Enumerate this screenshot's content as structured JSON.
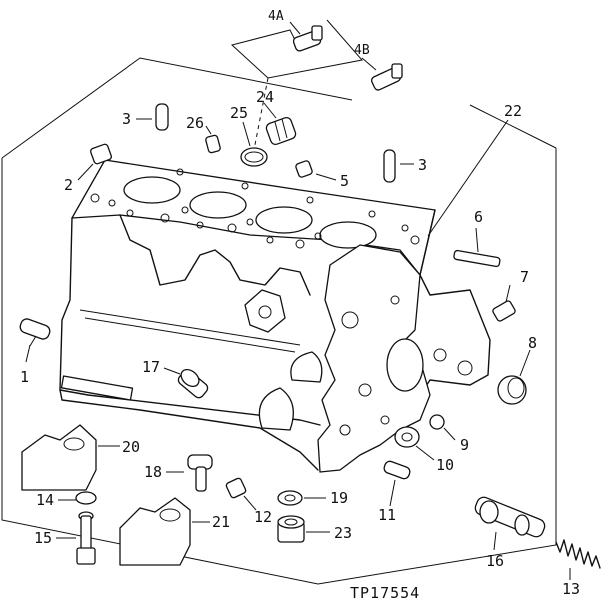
{
  "figure_id": "TP17554",
  "callouts": [
    {
      "id": "c1",
      "text": "1"
    },
    {
      "id": "c2",
      "text": "2"
    },
    {
      "id": "c3a",
      "text": "3"
    },
    {
      "id": "c3b",
      "text": "3"
    },
    {
      "id": "c4a",
      "text": "4A"
    },
    {
      "id": "c4b",
      "text": "4B"
    },
    {
      "id": "c5",
      "text": "5"
    },
    {
      "id": "c6",
      "text": "6"
    },
    {
      "id": "c7",
      "text": "7"
    },
    {
      "id": "c8",
      "text": "8"
    },
    {
      "id": "c9",
      "text": "9"
    },
    {
      "id": "c10",
      "text": "10"
    },
    {
      "id": "c11",
      "text": "11"
    },
    {
      "id": "c12",
      "text": "12"
    },
    {
      "id": "c13",
      "text": "13"
    },
    {
      "id": "c14",
      "text": "14"
    },
    {
      "id": "c15",
      "text": "15"
    },
    {
      "id": "c16",
      "text": "16"
    },
    {
      "id": "c17",
      "text": "17"
    },
    {
      "id": "c18",
      "text": "18"
    },
    {
      "id": "c19",
      "text": "19"
    },
    {
      "id": "c20",
      "text": "20"
    },
    {
      "id": "c21",
      "text": "21"
    },
    {
      "id": "c22",
      "text": "22"
    },
    {
      "id": "c23",
      "text": "23"
    },
    {
      "id": "c24",
      "text": "24"
    },
    {
      "id": "c25",
      "text": "25"
    },
    {
      "id": "c26",
      "text": "26"
    }
  ]
}
